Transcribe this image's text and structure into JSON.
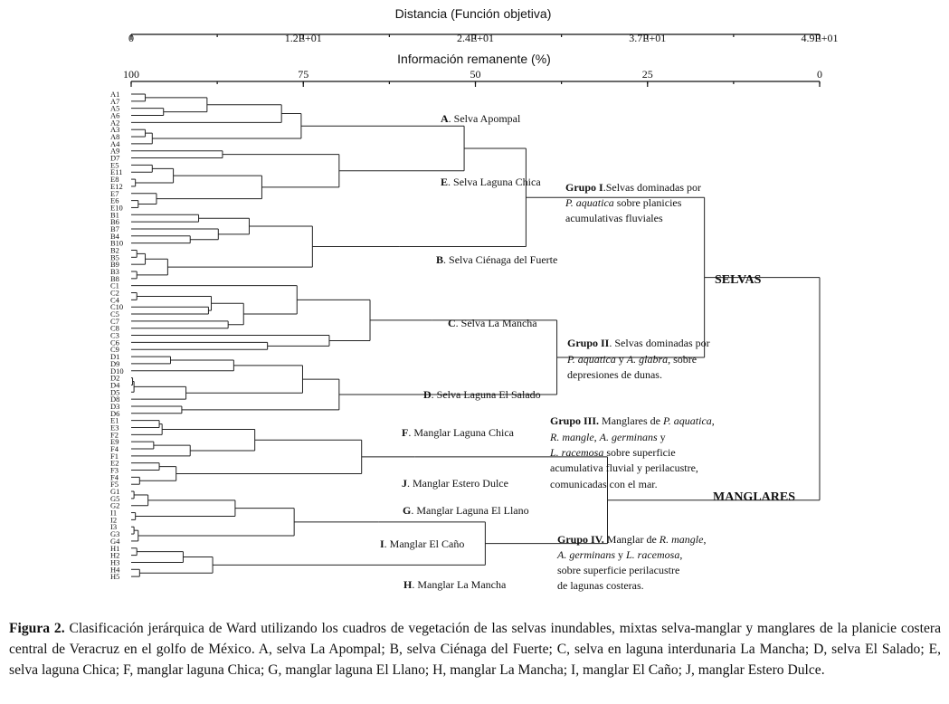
{
  "chart_data": {
    "type": "dendrogram",
    "axes": {
      "top": {
        "title": "Distancia (Función objetiva)",
        "ticks": [
          {
            "value": 0,
            "label": "0"
          },
          {
            "value": 12.25,
            "label": "1.2E+01"
          },
          {
            "value": 24.5,
            "label": "2.4E+01"
          },
          {
            "value": 36.75,
            "label": "3.7E+01"
          },
          {
            "value": 49,
            "label": "4.9E+01"
          }
        ],
        "range": [
          0,
          49
        ]
      },
      "bottom": {
        "title": "Información remanente (%)",
        "ticks": [
          {
            "value": 100,
            "label": "100"
          },
          {
            "value": 75,
            "label": "75"
          },
          {
            "value": 50,
            "label": "50"
          },
          {
            "value": 25,
            "label": "25"
          },
          {
            "value": 0,
            "label": "0"
          }
        ],
        "range": [
          100,
          0
        ]
      }
    },
    "leaves": [
      "A1",
      "A7",
      "A5",
      "A6",
      "A2",
      "A3",
      "A8",
      "A4",
      "A9",
      "D7",
      "E5",
      "E11",
      "E8",
      "E12",
      "E7",
      "E6",
      "E10",
      "B1",
      "B6",
      "B7",
      "B4",
      "B10",
      "B2",
      "B5",
      "B9",
      "B3",
      "B8",
      "C1",
      "C2",
      "C4",
      "C10",
      "C5",
      "C7",
      "C8",
      "C3",
      "C6",
      "C9",
      "D1",
      "D9",
      "D10",
      "D2",
      "D4",
      "D5",
      "D8",
      "D3",
      "D6",
      "E1",
      "E3",
      "F2",
      "E9",
      "F4",
      "F1",
      "E2",
      "F3",
      "F4",
      "F5",
      "G1",
      "G5",
      "G2",
      "I1",
      "I2",
      "I3",
      "G3",
      "G4",
      "H1",
      "H2",
      "H3",
      "H4",
      "H5"
    ],
    "tree": {
      "h": 49,
      "c": [
        {
          "h": 40.8,
          "c": [
            {
              "h": 28.1,
              "c": [
                {
                  "h": 23.7,
                  "c": [
                    {
                      "h": 12.1,
                      "c": [
                        {
                          "h": 10.7,
                          "c": [
                            {
                              "h": 5.4,
                              "c": [
                                {
                                  "h": 1.0,
                                  "c": [
                                    "A1",
                                    "A7"
                                  ]
                                },
                                {
                                  "h": 2.3,
                                  "c": [
                                    "A5",
                                    "A6"
                                  ]
                                }
                              ]
                            },
                            "A2"
                          ]
                        },
                        {
                          "h": 1.5,
                          "c": [
                            {
                              "h": 1.0,
                              "c": [
                                "A3",
                                "A8"
                              ]
                            },
                            "A4"
                          ]
                        }
                      ]
                    },
                    {
                      "h": 14.8,
                      "c": [
                        {
                          "h": 6.5,
                          "c": [
                            "A9",
                            "D7"
                          ]
                        },
                        {
                          "h": 9.3,
                          "c": [
                            {
                              "h": 3.0,
                              "c": [
                                {
                                  "h": 1.5,
                                  "c": [
                                    "E5",
                                    "E11"
                                  ]
                                },
                                {
                                  "h": 0.3,
                                  "c": [
                                    "E8",
                                    "E12"
                                  ]
                                }
                              ]
                            },
                            {
                              "h": 1.8,
                              "c": [
                                "E7",
                                {
                                  "h": 0.5,
                                  "c": [
                                    "E6",
                                    "E10"
                                  ]
                                }
                              ]
                            }
                          ]
                        }
                      ]
                    }
                  ]
                },
                {
                  "h": 19.1,
                  "c": [
                    {
                      "h": 12.9,
                      "c": [
                        {
                          "h": 8.4,
                          "c": [
                            {
                              "h": 4.8,
                              "c": [
                                "B1",
                                "B6"
                              ]
                            },
                            {
                              "h": 6.2,
                              "c": [
                                "B7",
                                {
                                  "h": 4.2,
                                  "c": [
                                    "B4",
                                    "B10"
                                  ]
                                }
                              ]
                            }
                          ]
                        },
                        {
                          "h": 2.6,
                          "c": [
                            {
                              "h": 1.0,
                              "c": [
                                {
                                  "h": 0.4,
                                  "c": [
                                    "B2",
                                    "B5"
                                  ]
                                },
                                "B9"
                              ]
                            },
                            {
                              "h": 0.4,
                              "c": [
                                "B3",
                                "B8"
                              ]
                            }
                          ]
                        }
                      ]
                    }
                  ]
                }
              ]
            },
            {
              "h": 30.3,
              "c": [
                {
                  "h": 21.4,
                  "c": [
                    {
                      "h": 17.0,
                      "c": [
                        {
                          "h": 11.8,
                          "c": [
                            "C1",
                            {
                              "h": 8.0,
                              "c": [
                                {
                                  "h": 5.7,
                                  "c": [
                                    {
                                      "h": 0.4,
                                      "c": [
                                        "C2",
                                        "C4"
                                      ]
                                    },
                                    {
                                      "h": 5.5,
                                      "c": [
                                        "C10",
                                        "C5"
                                      ]
                                    }
                                  ]
                                },
                                {
                                  "h": 6.9,
                                  "c": [
                                    "C7",
                                    "C8"
                                  ]
                                }
                              ]
                            }
                          ]
                        },
                        {
                          "h": 14.1,
                          "c": [
                            "C3",
                            {
                              "h": 9.7,
                              "c": [
                                "C6",
                                "C9"
                              ]
                            }
                          ]
                        }
                      ]
                    }
                  ]
                },
                {
                  "h": 14.8,
                  "c": [
                    {
                      "h": 12.2,
                      "c": [
                        {
                          "h": 7.3,
                          "c": [
                            {
                              "h": 2.8,
                              "c": [
                                "D1",
                                "D9"
                              ]
                            },
                            "D10"
                          ]
                        },
                        {
                          "h": 3.9,
                          "c": [
                            {
                              "h": 0.2,
                              "c": [
                                {
                                  "h": 0.1,
                                  "c": [
                                    "D2",
                                    "D4"
                                  ]
                                },
                                "D5"
                              ]
                            },
                            "D8"
                          ]
                        }
                      ]
                    },
                    {
                      "h": 3.6,
                      "c": [
                        "D3",
                        "D6"
                      ]
                    }
                  ]
                }
              ]
            }
          ]
        },
        {
          "h": 33.9,
          "c": [
            {
              "h": 20.2,
              "c": [
                {
                  "h": 16.4,
                  "c": [
                    {
                      "h": 8.8,
                      "c": [
                        {
                          "h": 2.2,
                          "c": [
                            {
                              "h": 2.0,
                              "c": [
                                "E1",
                                "E3"
                              ]
                            },
                            "F2"
                          ]
                        },
                        {
                          "h": 4.2,
                          "c": [
                            {
                              "h": 1.6,
                              "c": [
                                "E9",
                                "F4"
                              ]
                            },
                            "F1"
                          ]
                        }
                      ]
                    },
                    {
                      "h": 3.2,
                      "c": [
                        {
                          "h": 2.0,
                          "c": [
                            "E2",
                            "F3"
                          ]
                        },
                        {
                          "h": 0.6,
                          "c": [
                            "F4",
                            "F5"
                          ]
                        }
                      ]
                    }
                  ]
                }
              ]
            },
            {
              "h": 25.2,
              "c": [
                {
                  "h": 17.6,
                  "c": [
                    {
                      "h": 11.6,
                      "c": [
                        {
                          "h": 7.4,
                          "c": [
                            {
                              "h": 1.2,
                              "c": [
                                {
                                  "h": 0.2,
                                  "c": [
                                    "G1",
                                    "G5"
                                  ]
                                },
                                "G2"
                              ]
                            },
                            {
                              "h": 0.3,
                              "c": [
                                "I1",
                                "I2"
                              ]
                            }
                          ]
                        },
                        {
                          "h": 0.5,
                          "c": [
                            {
                              "h": 0.2,
                              "c": [
                                "I3",
                                "G3"
                              ]
                            },
                            "G4"
                          ]
                        }
                      ]
                    }
                  ]
                },
                {
                  "h": 5.8,
                  "c": [
                    {
                      "h": 3.7,
                      "c": [
                        {
                          "h": 0.4,
                          "c": [
                            "H1",
                            "H2"
                          ]
                        },
                        "H3"
                      ]
                    },
                    {
                      "h": 0.6,
                      "c": [
                        "H4",
                        "H5"
                      ]
                    }
                  ]
                }
              ]
            }
          ]
        }
      ]
    },
    "annotations": {
      "A": {
        "letter": "A",
        "text": ". Selva Apompal"
      },
      "E": {
        "letter": "E",
        "text": ". Selva Laguna Chica"
      },
      "B": {
        "letter": "B",
        "text": ". Selva Ciénaga del Fuerte"
      },
      "C": {
        "letter": "C",
        "text": ". Selva La Mancha"
      },
      "D": {
        "letter": "D",
        "text": ". Selva Laguna El Salado"
      },
      "F": {
        "letter": "F",
        "text": ". Manglar Laguna Chica"
      },
      "J": {
        "letter": "J",
        "text": ". Manglar Estero Dulce"
      },
      "G": {
        "letter": "G",
        "text": ". Manglar Laguna El Llano"
      },
      "I": {
        "letter": "I",
        "text": ". Manglar El Caño"
      },
      "H": {
        "letter": "H",
        "text": ". Manglar La Mancha"
      },
      "grupo1": {
        "bold": "Grupo I",
        "line1": ".Selvas dominadas por",
        "italic": "P. aquatica",
        "line2rest": " sobre planicies",
        "line3": "acumulativas fluviales"
      },
      "grupo2": {
        "bold": "Grupo II",
        "line1": ". Selvas dominadas por",
        "italic1": "P. aquatica",
        "y": " y ",
        "italic2": "A. glabra",
        "rest": ", sobre",
        "line3": "depresiones de dunas."
      },
      "grupo3": {
        "bold": "Grupo III.",
        "line1": " Manglares de ",
        "italic1": "P. aquatica",
        "comma": ",",
        "italic2": "R. mangle",
        "sep": ", ",
        "italic3": "A. germinans",
        "y": " y",
        "italic4": "L. racemosa",
        "line3rest": " sobre superficie",
        "line4": "acumulativa fluvial y perilacustre,",
        "line5": "comunicadas con el mar."
      },
      "grupo4": {
        "bold": "Grupo IV.",
        "line1": " Manglar de ",
        "italic1": "R. mangle",
        "comma": ",",
        "italic2": "A. germinans",
        "y": " y ",
        "italic3": "L. racemosa",
        "comma2": ",",
        "line3": "sobre superficie perilacustre",
        "line4": "de lagunas costeras."
      },
      "selvas": "SELVAS",
      "manglares": "MANGLARES"
    }
  },
  "caption": {
    "label": "Figura 2.",
    "text": " Clasificación jerárquica de Ward utilizando los cuadros de vegetación de las selvas inundables, mixtas selva-manglar y manglares de la planicie costera central de Veracruz en el golfo de México. A, selva La Apompal; B, selva Ciénaga del Fuerte; C, selva en laguna interdunaria La Mancha; D, selva El Salado; E, selva laguna Chica; F, manglar laguna Chica; G, manglar laguna El Llano; H, manglar La Mancha; I, manglar El Caño; J, manglar Estero Dulce."
  }
}
